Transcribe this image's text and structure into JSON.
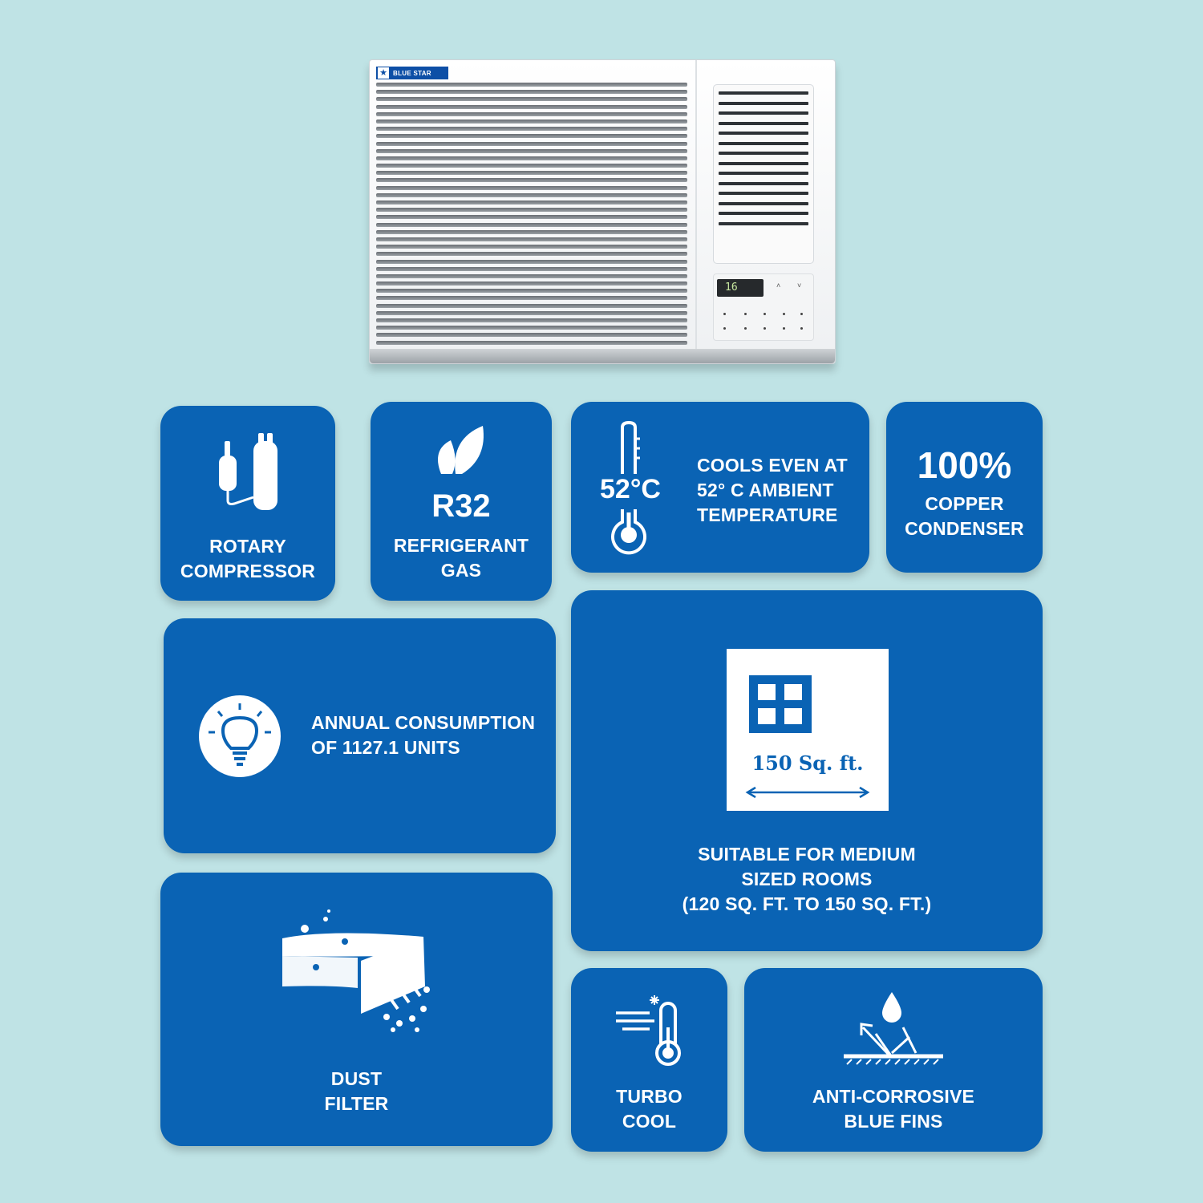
{
  "brand": {
    "logo_text": "BLUE STAR"
  },
  "ac_unit": {
    "display_temp": "16"
  },
  "features": {
    "rotary_compressor": {
      "line1": "ROTARY",
      "line2": "COMPRESSOR"
    },
    "refrigerant": {
      "badge": "R32",
      "line1": "REFRIGERANT",
      "line2": "GAS"
    },
    "ambient": {
      "thermo_label": "52°C",
      "line1": "COOLS EVEN AT",
      "line2": "52° C AMBIENT",
      "line3": "TEMPERATURE"
    },
    "copper": {
      "headline": "100%",
      "line1": "COPPER",
      "line2": "CONDENSER"
    },
    "energy": {
      "line1": "ANNUAL CONSUMPTION",
      "line2": "OF 1127.1 UNITS"
    },
    "room": {
      "area_label": "150 Sq. ft.",
      "line1": "SUITABLE FOR MEDIUM",
      "line2": "SIZED ROOMS",
      "line3": "(120 SQ. FT. TO 150 SQ. FT.)"
    },
    "dust_filter": {
      "line1": "DUST",
      "line2": "FILTER"
    },
    "turbo": {
      "line1": "TURBO",
      "line2": "COOL"
    },
    "fins": {
      "line1": "ANTI-CORROSIVE",
      "line2": "BLUE FINS"
    }
  },
  "colors": {
    "background": "#bfe3e5",
    "card": "#0a63b4",
    "text": "#ffffff"
  },
  "icons": [
    "compressor-icon",
    "leaf-icon",
    "thermometer-icon",
    "bulb-icon",
    "window-icon",
    "dust-filter-icon",
    "turbo-cool-icon",
    "water-drop-icon"
  ]
}
